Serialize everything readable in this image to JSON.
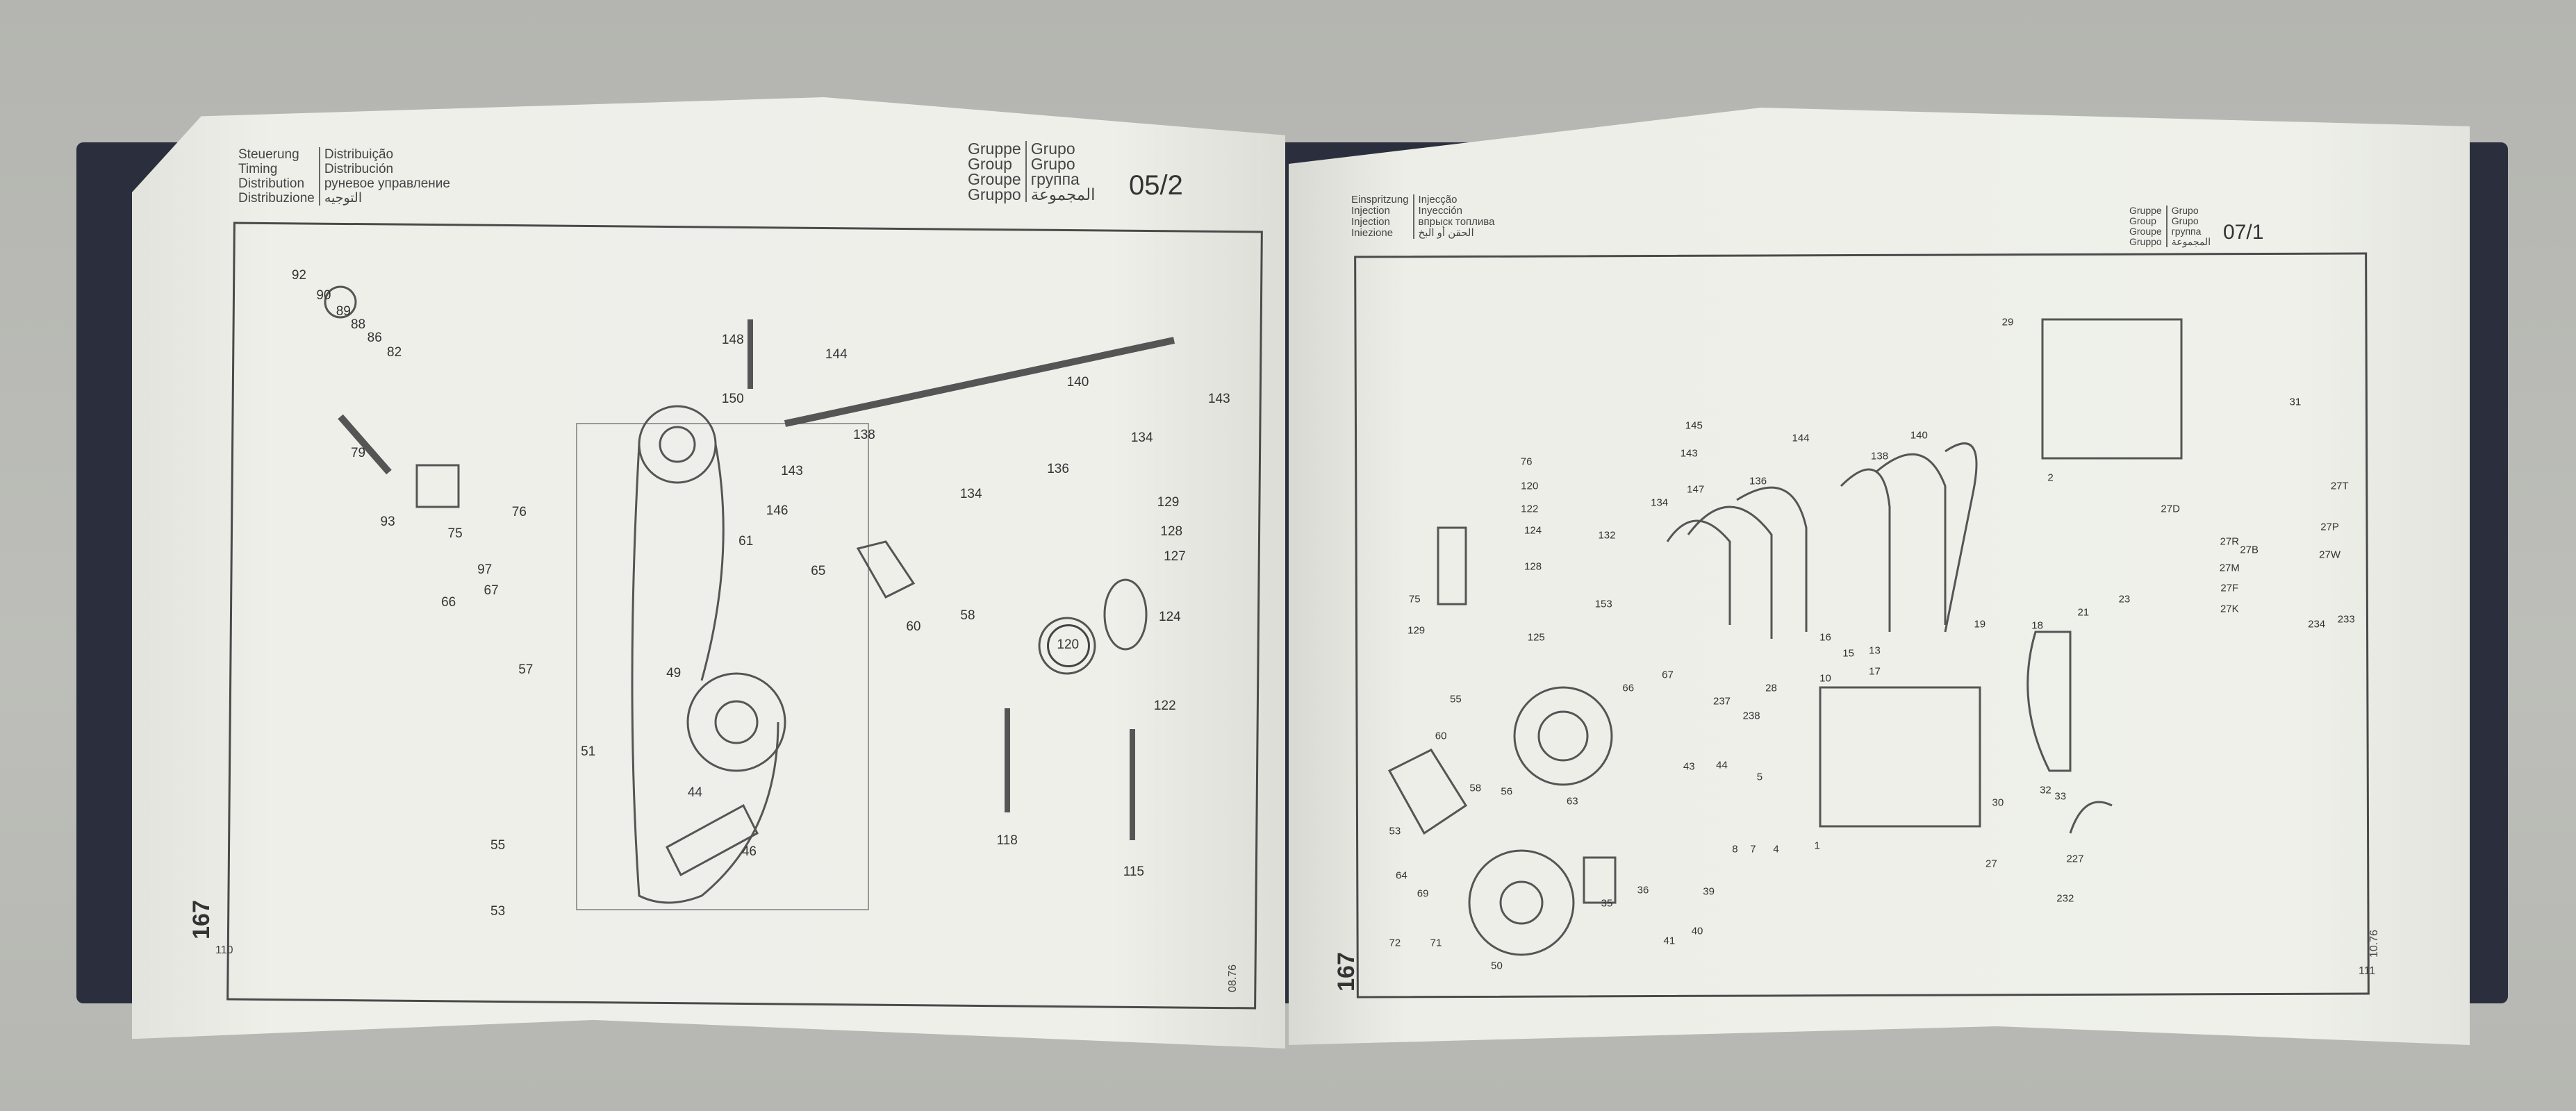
{
  "left_page": {
    "header_left": [
      "Steuerung",
      "Timing",
      "Distribution",
      "Distribuzione"
    ],
    "header_left_2": [
      "Distribuição",
      "Distribución",
      "руневое управление",
      "التوجيه"
    ],
    "group_labels": [
      "Gruppe",
      "Group",
      "Groupe",
      "Gruppo"
    ],
    "group_labels_2": [
      "Grupo",
      "Grupo",
      "группа",
      "المجموعة"
    ],
    "group_number": "05/2",
    "side_number": "167",
    "page_number": "110",
    "date_code": "08.76",
    "part_labels": [
      "92",
      "90",
      "89",
      "88",
      "86",
      "82",
      "79",
      "93",
      "75",
      "76",
      "97",
      "67",
      "66",
      "57",
      "51",
      "49",
      "148",
      "144",
      "150",
      "138",
      "140",
      "143",
      "143",
      "134",
      "136",
      "134",
      "146",
      "61",
      "65",
      "60",
      "58",
      "120",
      "129",
      "128",
      "127",
      "124",
      "122",
      "118",
      "115",
      "44",
      "46",
      "55",
      "53"
    ]
  },
  "right_page": {
    "header_left": [
      "Einspritzung",
      "Injection",
      "Injection",
      "Iniezione"
    ],
    "header_left_2": [
      "Injecção",
      "Inyección",
      "впрыск топлива",
      "الحقن أو البخ"
    ],
    "group_labels": [
      "Gruppe",
      "Group",
      "Groupe",
      "Gruppo"
    ],
    "group_labels_2": [
      "Grupo",
      "Grupo",
      "группа",
      "المجموعة"
    ],
    "group_number": "07/1",
    "side_number": "167",
    "page_number": "111",
    "date_code": "10.76",
    "part_labels": [
      "29",
      "2",
      "31",
      "27D",
      "27T",
      "27B",
      "27P",
      "27W",
      "27R",
      "27M",
      "27F",
      "27K",
      "234",
      "233",
      "23",
      "21",
      "18",
      "19",
      "30",
      "32",
      "33",
      "227",
      "27",
      "232",
      "145",
      "143",
      "144",
      "147",
      "136",
      "138",
      "140",
      "134",
      "132",
      "76",
      "120",
      "122",
      "124",
      "128",
      "75",
      "129",
      "125",
      "153",
      "16",
      "10",
      "15",
      "13",
      "17",
      "28",
      "66",
      "67",
      "237",
      "238",
      "55",
      "60",
      "58",
      "56",
      "63",
      "53",
      "43",
      "44",
      "5",
      "8",
      "7",
      "4",
      "1",
      "64",
      "69",
      "72",
      "71",
      "35",
      "36",
      "39",
      "41",
      "40",
      "50"
    ]
  }
}
